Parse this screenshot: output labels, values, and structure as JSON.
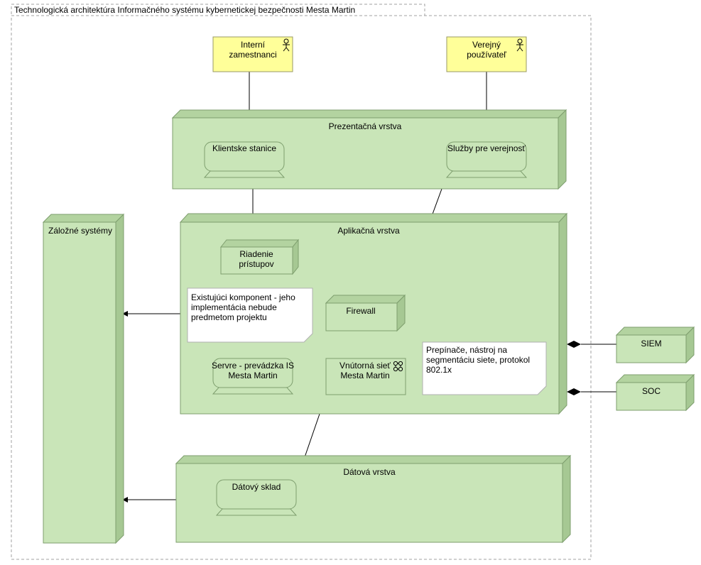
{
  "frame": {
    "title": "Technologická architektúra Informačného systému kybernetickej bezpečnosti Mesta Martin"
  },
  "actors": {
    "internal": {
      "line1": "Interní",
      "line2": "zamestnanci"
    },
    "public": {
      "line1": "Verejný",
      "line2": "používateľ"
    }
  },
  "layers": {
    "presentation": "Prezentačná vrstva",
    "application": "Aplikačná vrstva",
    "data": "Dátová vrstva",
    "backup": "Záložné systémy"
  },
  "devices": {
    "client": "Klientske stanice",
    "public_services": "Služby pre verejnosť",
    "servers_line1": "Servre - prevádzka IS",
    "servers_line2": "Mesta Martin",
    "datastore": "Dátový sklad"
  },
  "nodes": {
    "access_line1": "Riadenie",
    "access_line2": "prístupov",
    "firewall": "Firewall",
    "network_line1": "Vnútorná sieť",
    "network_line2": "Mesta Martin",
    "siem": "SIEM",
    "soc": "SOC"
  },
  "notes": {
    "existing": [
      "Existujúci komponent - jeho",
      "implementácia nebude",
      "predmetom projektu"
    ],
    "switches": [
      "Prepínače, nástroj na",
      "segmentáciu siete, protokol",
      "802.1x"
    ]
  },
  "colors": {
    "node_fill": "#c9e5b8",
    "node_top": "#b3d3a0",
    "node_side": "#a6c893",
    "node_stroke": "#7e9e6e",
    "actor_fill": "#ffff99",
    "note_fill": "#ffffff"
  }
}
